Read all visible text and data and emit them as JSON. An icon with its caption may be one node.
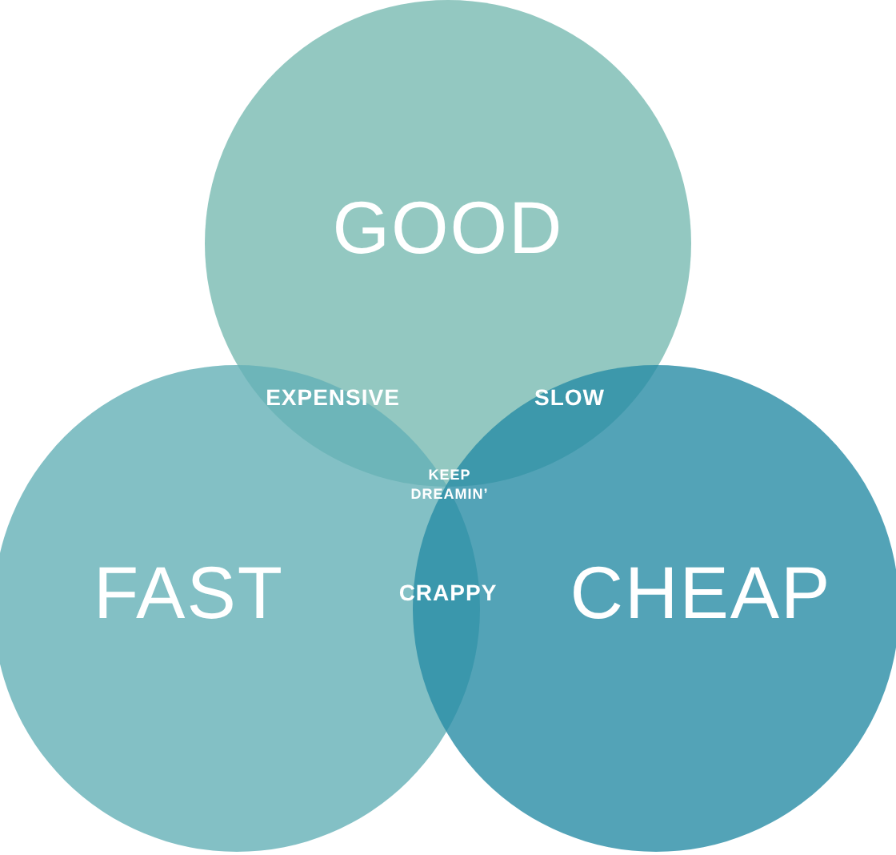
{
  "diagram": {
    "nodes": [
      {
        "text": [
          "GOOD"
        ]
      },
      {
        "text": [
          "FAST"
        ]
      },
      {
        "text": [
          "CHEAP"
        ]
      }
    ],
    "edges": [],
    "labels": [
      "EXPENSIVE",
      "SLOW",
      "KEEP DREAMIN’",
      "CRAPPY"
    ]
  }
}
